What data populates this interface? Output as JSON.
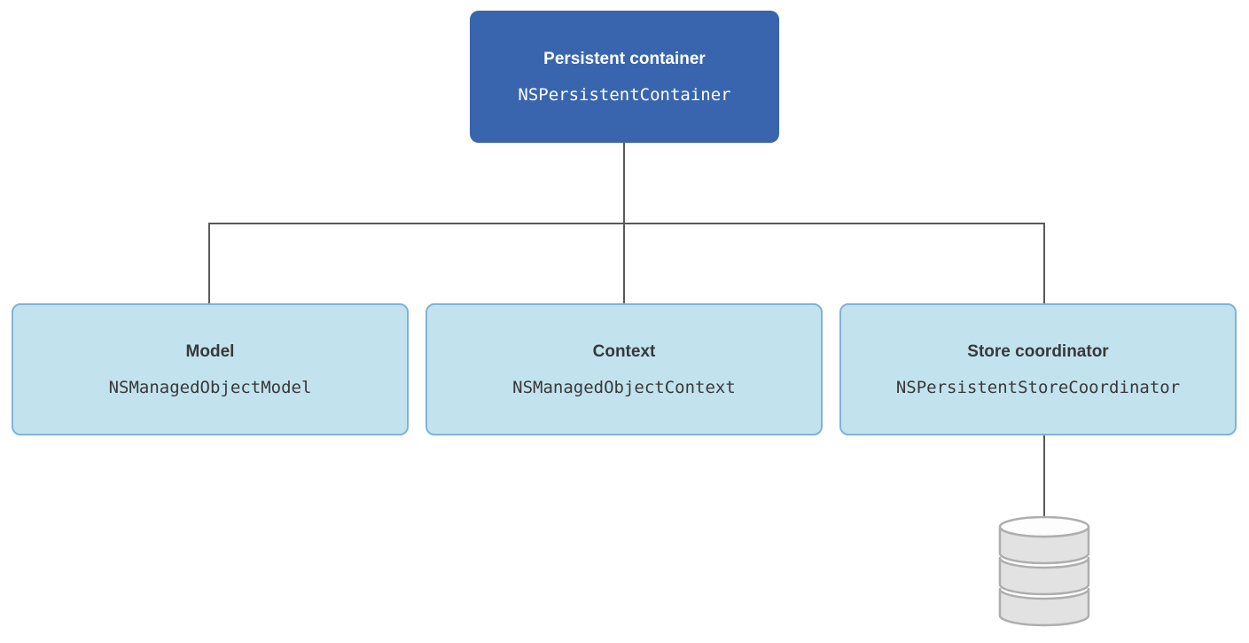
{
  "diagram": {
    "nodes": {
      "root": {
        "label": "Persistent container",
        "class_name": "NSPersistentContainer"
      },
      "model": {
        "label": "Model",
        "class_name": "NSManagedObjectModel"
      },
      "context": {
        "label": "Context",
        "class_name": "NSManagedObjectContext"
      },
      "store": {
        "label": "Store coordinator",
        "class_name": "NSPersistentStoreCoordinator"
      }
    },
    "icons": {
      "database": "database-cylinder-icon"
    },
    "colors": {
      "root_fill": "#3865ad",
      "root_text": "#ffffff",
      "child_fill": "#c2e3ee",
      "child_border": "#7fb3d9",
      "child_text": "#38383a",
      "connector": "#59595b",
      "database_fill": "#e2e2e2",
      "database_top_fill": "#fdfdfd",
      "database_stroke": "#aeaeae"
    }
  }
}
